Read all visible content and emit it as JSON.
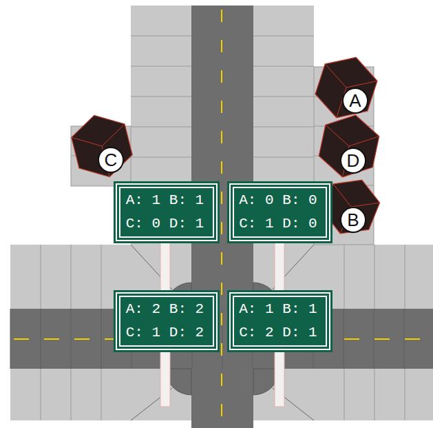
{
  "diagram": {
    "nodes": [
      {
        "text": [
          "A"
        ]
      },
      {
        "text": [
          "C"
        ]
      },
      {
        "text": [
          "D"
        ]
      },
      {
        "text": [
          "A: 1 B: 1 C: 0 D: 1"
        ]
      },
      {
        "text": [
          "A: 0 B: 0 C: 1 D: 0"
        ]
      },
      {
        "text": [
          "B"
        ]
      },
      {
        "text": [
          "A: 2 B: 2 C: 1 D: 2"
        ]
      },
      {
        "text": [
          "A: 1 B: 1 C: 2 D: 1"
        ]
      }
    ]
  }
}
